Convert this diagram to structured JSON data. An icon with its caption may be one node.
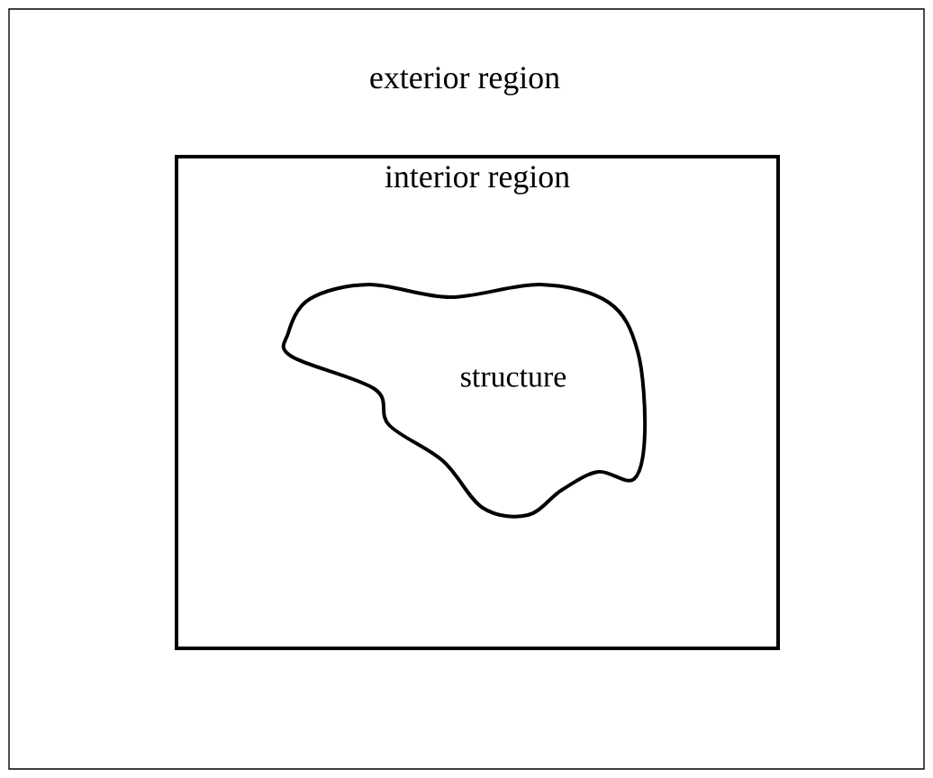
{
  "diagram": {
    "nodes": [
      {
        "text": [
          "exterior region"
        ]
      },
      {
        "text": [
          "interior region"
        ],
        "in": 0
      },
      {
        "text": [
          "structure"
        ],
        "in": 1
      }
    ]
  }
}
